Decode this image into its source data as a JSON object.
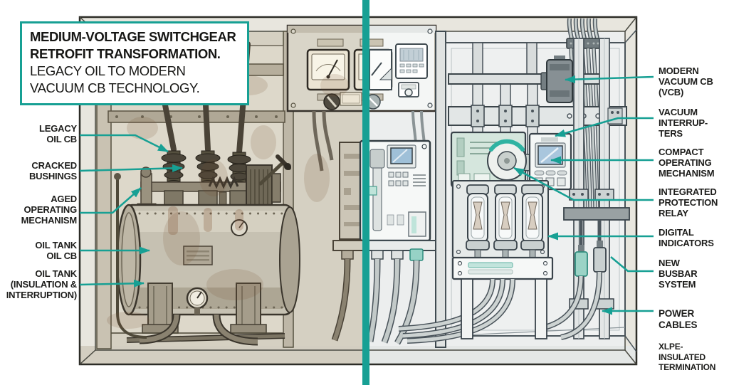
{
  "title": {
    "line1": "MEDIUM-VOLTAGE SWITCHGEAR",
    "line2": "RETROFIT TRANSFORMATION.",
    "line3": "LEGACY OIL TO MODERN",
    "line4": "VACUUM CB TECHNOLOGY."
  },
  "labels": {
    "left": [
      {
        "id": "legacy-oil-cb",
        "text": "LEGACY\nOIL CB"
      },
      {
        "id": "cracked-bushings",
        "text": "CRACKED\nBUSHINGS"
      },
      {
        "id": "aged-operating-mechanism",
        "text": "AGED\nOPERATING\nMECHANISM"
      },
      {
        "id": "oil-tank-oil-cb",
        "text": "OIL TANK\nOIL CB"
      },
      {
        "id": "oil-tank-insulation",
        "text": "OIL TANK\n(INSULATION &\nINTERRUPTION)"
      }
    ],
    "right": [
      {
        "id": "modern-vacuum-cb",
        "text": "MODERN\nVACUUM CB\n(VCB)"
      },
      {
        "id": "vacuum-interrupters",
        "text": "VACUUM\nINTERRUP-\nTERS"
      },
      {
        "id": "compact-operating-mechanism",
        "text": "COMPACT\nOPERATING\nMECHANISM"
      },
      {
        "id": "integrated-protection-relay",
        "text": "INTEGRATED\nPROTECTION\nRELAY"
      },
      {
        "id": "digital-indicators",
        "text": "DIGITAL\nINDICATORS"
      },
      {
        "id": "new-busbar-system",
        "text": "NEW\nBUSBAR\nSYSTEM"
      },
      {
        "id": "power-cables",
        "text": "POWER CABLES",
        "subtext": "XLPE-INSULATED\nTERMINATION"
      }
    ]
  },
  "accent_color": "#17a094"
}
